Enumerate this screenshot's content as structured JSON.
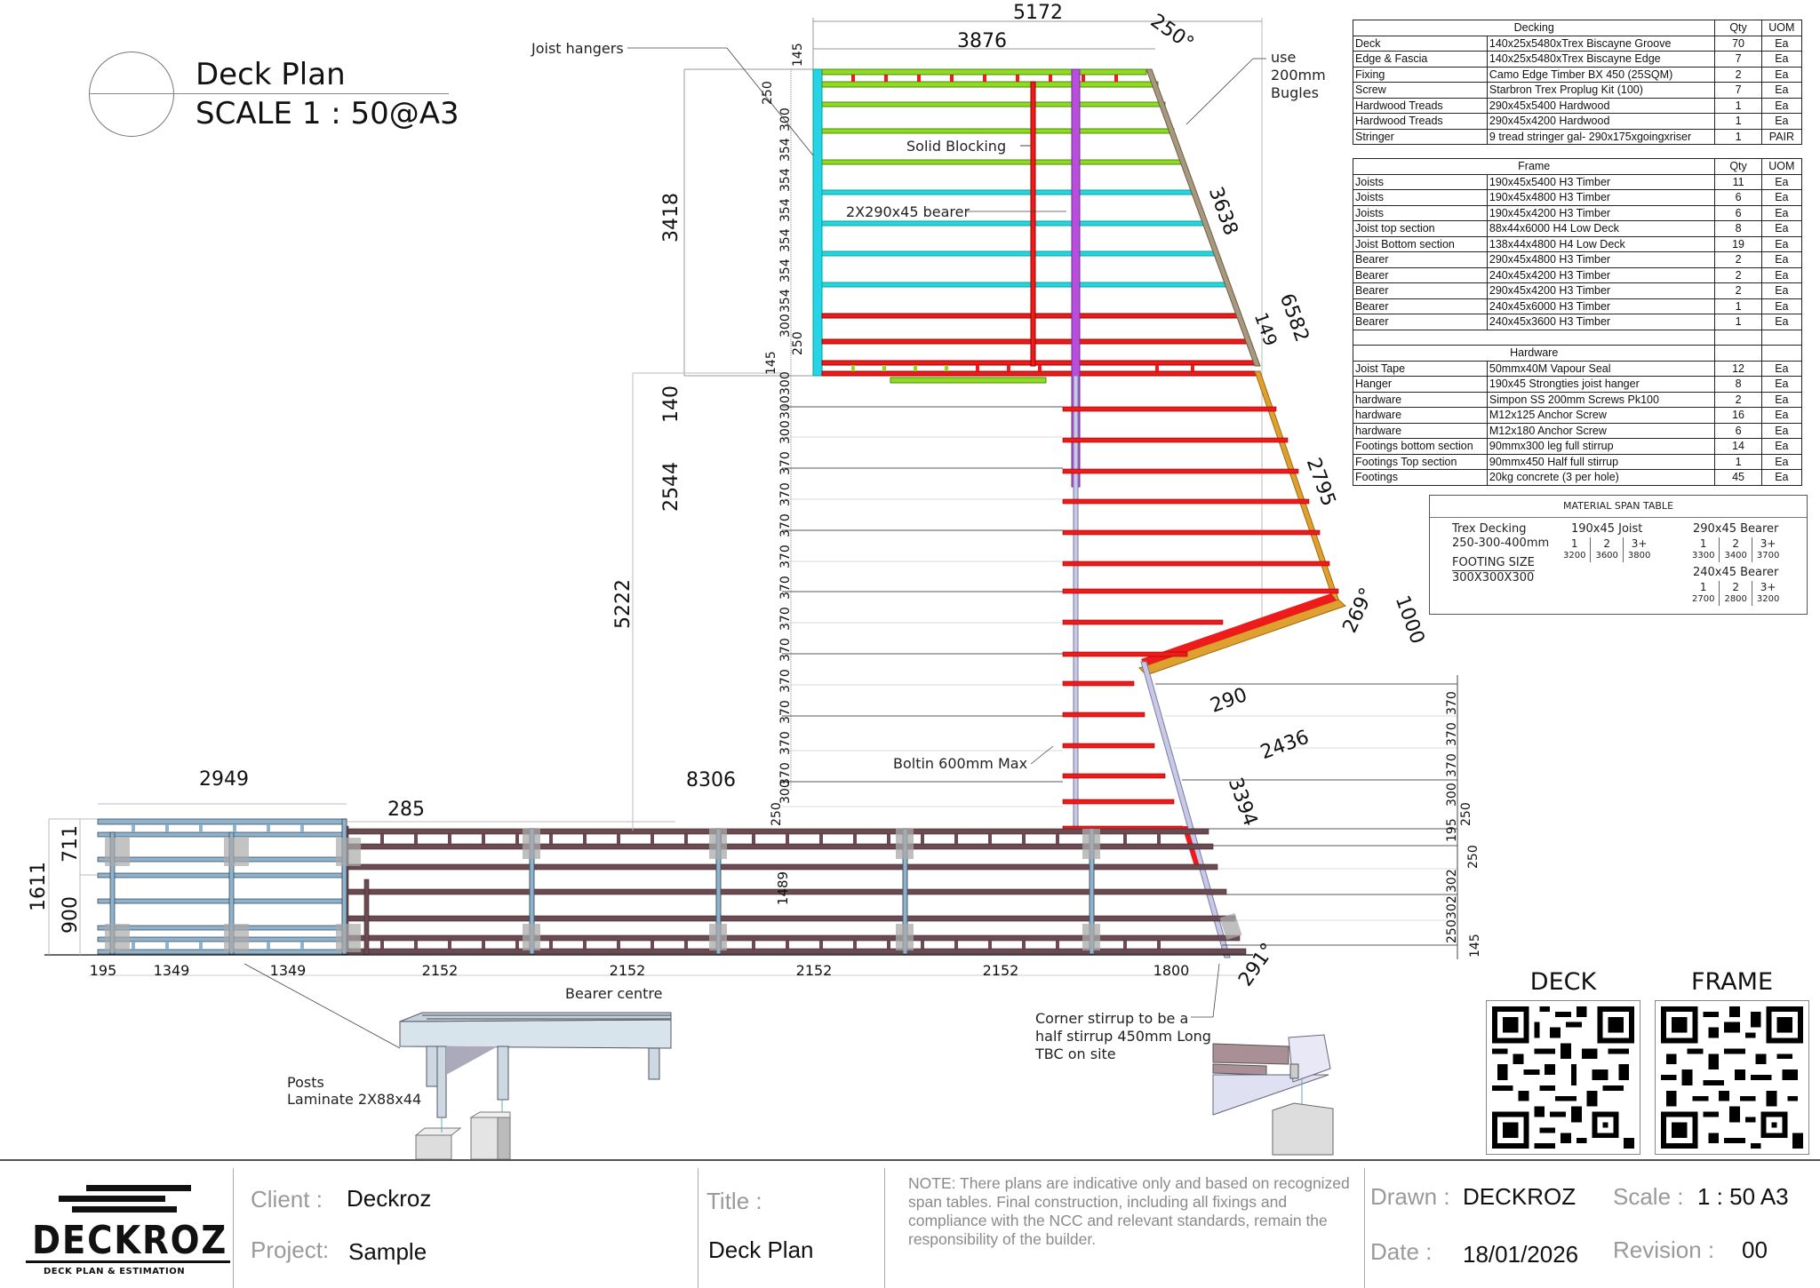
{
  "plan_title": {
    "name": "Deck Plan",
    "scale": "SCALE 1 : 50@A3"
  },
  "dimensions": {
    "top_overall": "5172",
    "top_inner": "3876",
    "left_upper": "3418",
    "left_mid": "140",
    "left_2544": "2544",
    "left_5222": "5222",
    "bottom_overall": "8306",
    "left_section_width": "2949",
    "step_offset": "285",
    "left_section_height": "1611",
    "left_upper_part": "711",
    "left_lower_part": "900",
    "mid_height": "1489",
    "diag_3638": "3638",
    "diag_6582": "6582",
    "diag_149": "149",
    "diag_2795": "2795",
    "diag_1000": "1000",
    "diag_290": "290",
    "diag_2436": "2436",
    "diag_3394": "3394",
    "angle_top": "250°",
    "angle_mid": "269°",
    "angle_bottom": "291°",
    "joist_spacing_upper": [
      "145",
      "250",
      "300",
      "354",
      "354",
      "354",
      "354",
      "354",
      "354",
      "300",
      "250",
      "145"
    ],
    "joist_spacing_mid": [
      "300",
      "300",
      "300",
      "370",
      "370",
      "370",
      "370",
      "370",
      "370",
      "370",
      "370",
      "370",
      "370",
      "370",
      "300",
      "250"
    ],
    "joist_spacing_right": [
      "370",
      "370",
      "370",
      "300",
      "250",
      "195",
      "250",
      "302",
      "302",
      "250",
      "145"
    ],
    "bottom_spacing": [
      "195",
      "1349",
      "1349",
      "2152",
      "2152",
      "2152",
      "2152",
      "1800"
    ]
  },
  "annotations": {
    "joist_hangers": "Joist hangers",
    "solid_blocking": "Solid Blocking",
    "bearer": "2X290x45 bearer",
    "bugles": [
      "use",
      "200mm",
      "Bugles"
    ],
    "boltin": "Boltin 600mm Max",
    "bearer_centre": "Bearer centre",
    "posts": [
      "Posts",
      "Laminate 2X88x44"
    ],
    "corner_stirrup": [
      "Corner stirrup to be a",
      "half stirrup 450mm Long",
      "TBC on site"
    ]
  },
  "tables": {
    "decking": {
      "header": [
        "Decking",
        "Qty",
        "UOM"
      ],
      "rows": [
        [
          "Deck",
          "140x25x5480xTrex Biscayne Groove",
          "70",
          "Ea"
        ],
        [
          "Edge & Fascia",
          "140x25x5480xTrex Biscayne Edge",
          "7",
          "Ea"
        ],
        [
          "Fixing",
          "Camo Edge Timber BX 450 (25SQM)",
          "2",
          "Ea"
        ],
        [
          "Screw",
          "Starbron Trex Proplug Kit (100)",
          "7",
          "Ea"
        ],
        [
          "Hardwood Treads",
          "290x45x5400 Hardwood",
          "1",
          "Ea"
        ],
        [
          "Hardwood Treads",
          "290x45x4200 Hardwood",
          "1",
          "Ea"
        ],
        [
          "Stringer",
          "9 tread stringer gal- 290x175xgoingxriser",
          "1",
          "PAIR"
        ]
      ]
    },
    "frame": {
      "header": [
        "Frame",
        "Qty",
        "UOM"
      ],
      "rows": [
        [
          "Joists",
          "190x45x5400 H3 Timber",
          "11",
          "Ea"
        ],
        [
          "Joists",
          "190x45x4800 H3 Timber",
          "6",
          "Ea"
        ],
        [
          "Joists",
          "190x45x4200 H3 Timber",
          "6",
          "Ea"
        ],
        [
          "Joist top section",
          "88x44x6000 H4 Low Deck",
          "8",
          "Ea"
        ],
        [
          "Joist Bottom section",
          "138x44x4800 H4 Low Deck",
          "19",
          "Ea"
        ],
        [
          "Bearer",
          "290x45x4800 H3 Timber",
          "2",
          "Ea"
        ],
        [
          "Bearer",
          "240x45x4200 H3 Timber",
          "2",
          "Ea"
        ],
        [
          "Bearer",
          "290x45x4200 H3 Timber",
          "2",
          "Ea"
        ],
        [
          "Bearer",
          "240x45x6000 H3 Timber",
          "1",
          "Ea"
        ],
        [
          "Bearer",
          "240x45x3600 H3 Timber",
          "1",
          "Ea"
        ]
      ]
    },
    "hardware": {
      "header": [
        "Hardware"
      ],
      "rows": [
        [
          "Joist Tape",
          "50mmx40M Vapour Seal",
          "12",
          "Ea"
        ],
        [
          "Hanger",
          "190x45 Strongties joist hanger",
          "8",
          "Ea"
        ],
        [
          "hardware",
          "Simpon SS 200mm  Screws Pk100",
          "2",
          "Ea"
        ],
        [
          "hardware",
          "M12x125 Anchor Screw",
          "16",
          "Ea"
        ],
        [
          "hardware",
          "M12x180 Anchor Screw",
          "6",
          "Ea"
        ],
        [
          "Footings bottom section",
          "90mmx300 leg full stirrup",
          "14",
          "Ea"
        ],
        [
          "Footings Top section",
          "90mmx450 Half full stirrup",
          "1",
          "Ea"
        ],
        [
          "Footings",
          "20kg concrete (3 per hole)",
          "45",
          "Ea"
        ]
      ]
    }
  },
  "span_table": {
    "title": "MATERIAL SPAN TABLE",
    "decking": "Trex Decking",
    "decking_spacing": "250-300-400mm",
    "footing_label": "FOOTING SIZE",
    "footing_size": "300X300X300",
    "joist": {
      "title": "190x45 Joist",
      "spans": [
        "1",
        "2",
        "3+"
      ],
      "values": [
        "3200",
        "3600",
        "3800"
      ]
    },
    "bearer290": {
      "title": "290x45 Bearer",
      "spans": [
        "1",
        "2",
        "3+"
      ],
      "values": [
        "3300",
        "3400",
        "3700"
      ]
    },
    "bearer240": {
      "title": "240x45 Bearer",
      "spans": [
        "1",
        "2",
        "3+"
      ],
      "values": [
        "2700",
        "2800",
        "3200"
      ]
    }
  },
  "qr_codes": {
    "deck_label": "DECK",
    "frame_label": "FRAME"
  },
  "footer": {
    "logo_word": "DECKROZ",
    "logo_sub": "DECK PLAN & ESTIMATION",
    "client_label": "Client :",
    "client": "Deckroz",
    "project_label": "Project:",
    "project": "Sample",
    "title_label": "Title :",
    "title": "Deck Plan",
    "note": "NOTE: There plans are indicative only and based on recognized span tables. Final construction, including all fixings and compliance with the NCC and relevant standards, remain the responsibility of the builder.",
    "drawn_label": "Drawn :",
    "drawn": "DECKROZ",
    "scale_label": "Scale :",
    "scale": "1 : 50  A3",
    "date_label": "Date :",
    "date": "18/01/2026",
    "revision_label": "Revision :",
    "revision": "00"
  },
  "colors": {
    "green_joist": "#8fdc1e",
    "cyan_joist": "#27d3e6",
    "red_joist": "#ee1b1b",
    "purple_bearer": "#b84fdc",
    "brown_frame": "#6b4a52",
    "blue_frame": "#8fb3cc",
    "fascia": "#e0a030"
  }
}
